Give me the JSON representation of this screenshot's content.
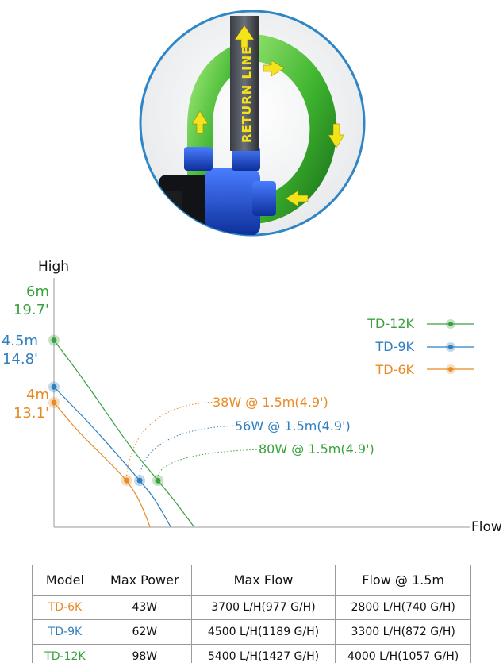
{
  "hero": {
    "pipe_label": "RETURN LINE"
  },
  "colors": {
    "td12k": "#3aa13f",
    "td9k": "#2f7fbf",
    "td6k": "#e88a25",
    "axis": "#999999"
  },
  "chart_data": {
    "type": "line",
    "ylabel": "High",
    "xlabel": "Flow",
    "y_ticks": [
      {
        "label_m": "6m",
        "label_ft": "19.7'",
        "series": "TD-12K"
      },
      {
        "label_m": "4.5m",
        "label_ft": "14.8'",
        "series": "TD-9K"
      },
      {
        "label_m": "4m",
        "label_ft": "13.1'",
        "series": "TD-6K"
      }
    ],
    "legend": {
      "placement": "right",
      "entries": [
        "TD-12K",
        "TD-9K",
        "TD-6K"
      ]
    },
    "ylim": [
      0,
      8
    ],
    "xlim": [
      0,
      16
    ],
    "series": [
      {
        "name": "TD-12K",
        "max_head_m": 6,
        "max_flow_k": 5.4,
        "point": {
          "x": 4.0,
          "y": 1.5
        },
        "x": [
          0,
          1,
          2,
          3,
          4,
          4.5,
          5.0,
          5.4
        ],
        "y": [
          6,
          4.9,
          3.7,
          2.5,
          1.5,
          1.0,
          0.45,
          0
        ]
      },
      {
        "name": "TD-9K",
        "max_head_m": 4.5,
        "max_flow_k": 4.5,
        "point": {
          "x": 3.3,
          "y": 1.5
        },
        "x": [
          0,
          1,
          2,
          3.3,
          3.8,
          4.2,
          4.5
        ],
        "y": [
          4.5,
          3.65,
          2.75,
          1.5,
          1.0,
          0.45,
          0
        ]
      },
      {
        "name": "TD-6K",
        "max_head_m": 4,
        "max_flow_k": 3.7,
        "point": {
          "x": 2.8,
          "y": 1.5
        },
        "x": [
          0,
          1,
          2,
          2.8,
          3.2,
          3.5,
          3.7
        ],
        "y": [
          4,
          3.0,
          2.2,
          1.5,
          1.0,
          0.45,
          0
        ]
      }
    ],
    "annotations": [
      {
        "text": "38W @ 1.5m(4.9')",
        "series": "TD-6K"
      },
      {
        "text": "56W @ 1.5m(4.9')",
        "series": "TD-9K"
      },
      {
        "text": "80W @ 1.5m(4.9')",
        "series": "TD-12K"
      }
    ]
  },
  "table": {
    "headers": [
      "Model",
      "Max Power",
      "Max Flow",
      "Flow @ 1.5m"
    ],
    "rows": [
      {
        "model": "TD-6K",
        "power": "43W",
        "max_flow": "3700 L/H(977 G/H)",
        "flow15": "2800 L/H(740 G/H)",
        "color": "#e88a25"
      },
      {
        "model": "TD-9K",
        "power": "62W",
        "max_flow": "4500 L/H(1189 G/H)",
        "flow15": "3300 L/H(872 G/H)",
        "color": "#2f7fbf"
      },
      {
        "model": "TD-12K",
        "power": "98W",
        "max_flow": "5400 L/H(1427 G/H)",
        "flow15": "4000 L/H(1057 G/H)",
        "color": "#3aa13f"
      }
    ]
  }
}
